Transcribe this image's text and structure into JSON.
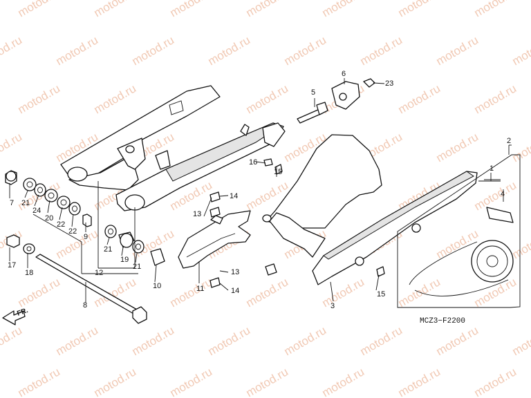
{
  "watermark_text": "motod.ru",
  "diagram_code": "MCZ3−F2200",
  "front_indicator": "FR.",
  "callouts": [
    "1",
    "2",
    "3",
    "4",
    "5",
    "6",
    "7",
    "8",
    "9",
    "10",
    "11",
    "12",
    "13",
    "14",
    "15",
    "16",
    "17",
    "18",
    "19",
    "20",
    "21",
    "22",
    "23",
    "24"
  ]
}
